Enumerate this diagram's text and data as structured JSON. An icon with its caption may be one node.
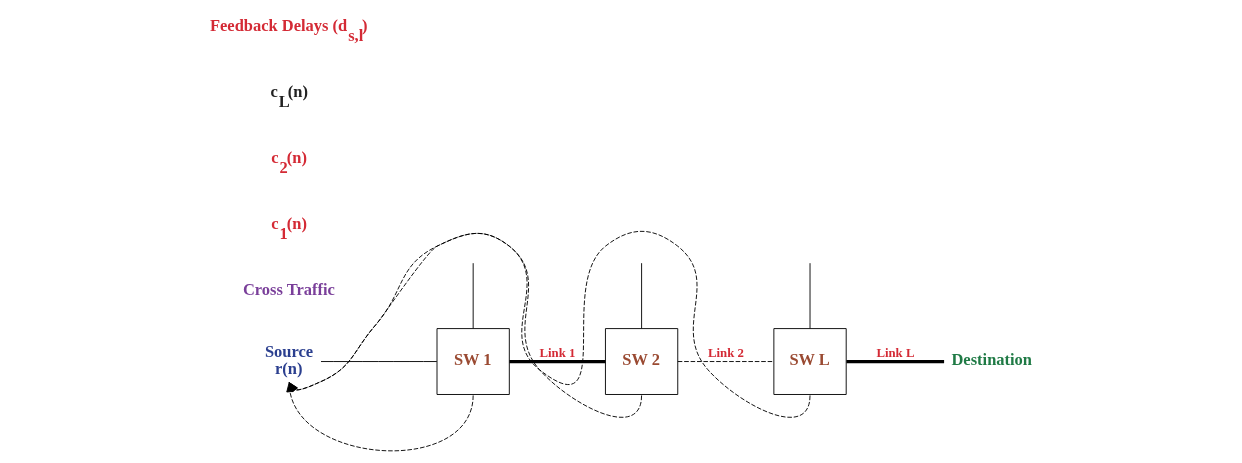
{
  "diagram": {
    "nodes": [
      {
        "text": [
          "Source",
          "r(n)"
        ]
      },
      {
        "text": [
          "SW 1"
        ]
      },
      {
        "text": [
          "SW 2"
        ]
      },
      {
        "text": [
          "SW L"
        ]
      },
      {
        "text": [
          "Destination"
        ]
      }
    ],
    "edges": [
      {
        "from": null,
        "to": 1,
        "arrow": "none"
      },
      {
        "from": null,
        "to": 2,
        "arrow": "none"
      },
      {
        "from": null,
        "to": 3,
        "arrow": "none"
      },
      {
        "from": 0,
        "to": 1,
        "arrow": "none"
      },
      {
        "from": 1,
        "to": 2,
        "arrow": "none",
        "label": "Link 1",
        "style": "thick"
      },
      {
        "from": 2,
        "to": 3,
        "arrow": "none",
        "label": "Link 2",
        "style": "dashed"
      },
      {
        "from": 3,
        "to": 4,
        "arrow": "none",
        "label": "Link L",
        "style": "thick"
      },
      {
        "from": 1,
        "to": 0,
        "arrow": "to",
        "style": "dashed"
      },
      {
        "from": 2,
        "to": 0,
        "arrow": "to",
        "style": "dashed"
      },
      {
        "from": 3,
        "to": 0,
        "arrow": "to",
        "style": "dashed"
      }
    ],
    "labels": [
      "Cross Traffic",
      "c$_{1}$(n)",
      "c$_{2}$(n)",
      "c$_{L}$(n)",
      "Feedback Delays (d$_{s,l}$)"
    ]
  }
}
